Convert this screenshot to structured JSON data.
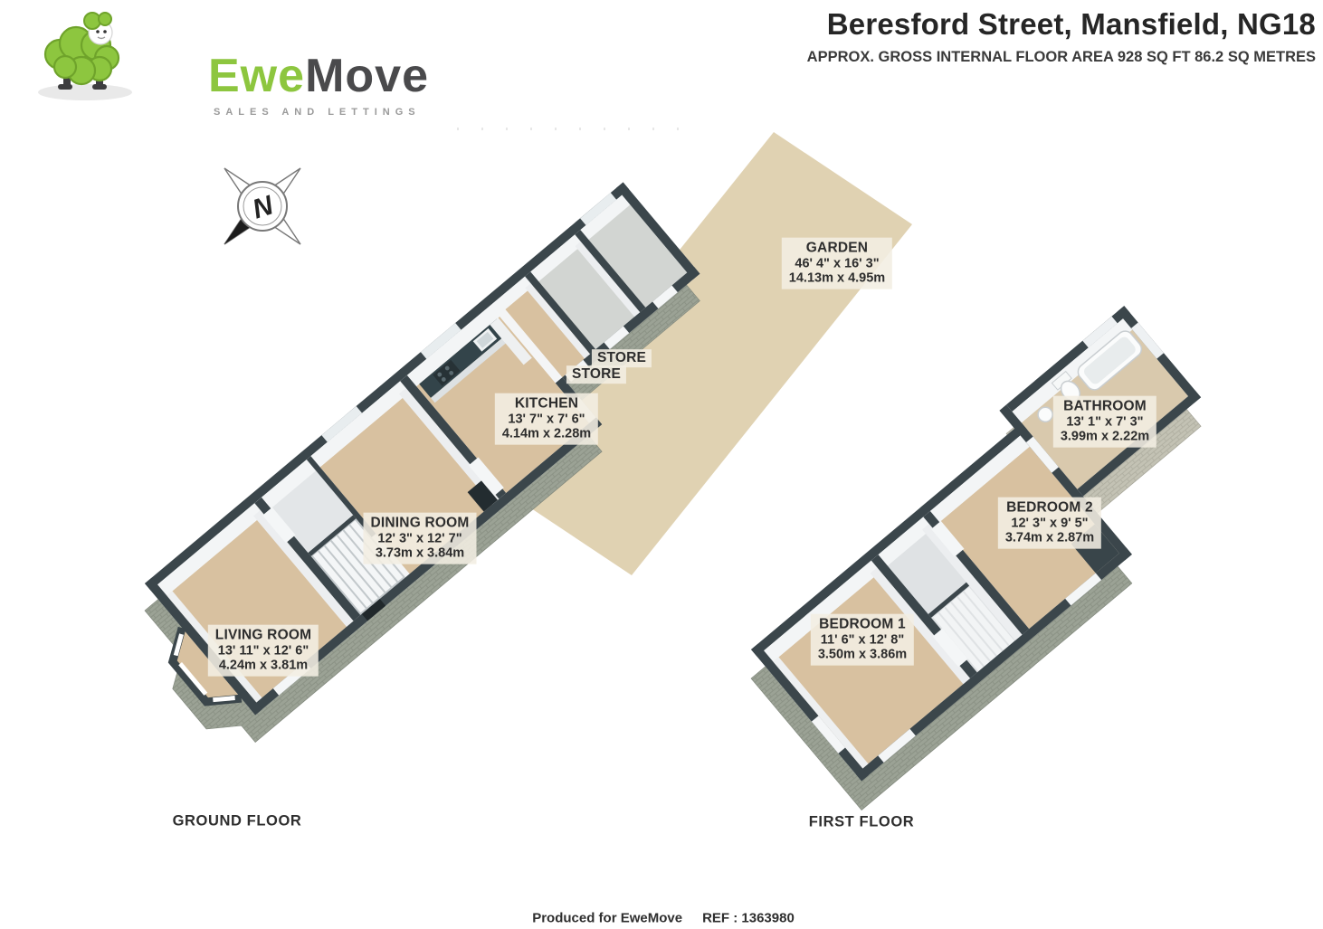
{
  "header": {
    "logo": {
      "brand_primary": "Ewe",
      "brand_secondary": "Move",
      "tagline": "SALES AND LETTINGS"
    },
    "title": "Beresford Street, Mansfield, NG18",
    "subtitle": "APPROX. GROSS INTERNAL FLOOR AREA 928 SQ FT 86.2 SQ METRES"
  },
  "compass": {
    "north_label": "N"
  },
  "garden": {
    "name": "GARDEN",
    "size_imperial": "46' 4\" x 16' 3\"",
    "size_metric": "14.13m x 4.95m"
  },
  "ground_floor": {
    "title": "GROUND FLOOR",
    "rooms": {
      "living": {
        "name": "LIVING ROOM",
        "size_imperial": "13' 11\" x 12' 6\"",
        "size_metric": "4.24m x 3.81m"
      },
      "dining": {
        "name": "DINING ROOM",
        "size_imperial": "12' 3\" x 12' 7\"",
        "size_metric": "3.73m x 3.84m"
      },
      "kitchen": {
        "name": "KITCHEN",
        "size_imperial": "13' 7\" x 7' 6\"",
        "size_metric": "4.14m x 2.28m"
      },
      "store1": {
        "name": "STORE"
      },
      "store2": {
        "name": "STORE"
      }
    }
  },
  "first_floor": {
    "title": "FIRST FLOOR",
    "rooms": {
      "bedroom1": {
        "name": "BEDROOM 1",
        "size_imperial": "11' 6\" x 12' 8\"",
        "size_metric": "3.50m x 3.86m"
      },
      "bedroom2": {
        "name": "BEDROOM 2",
        "size_imperial": "12' 3\" x 9' 5\"",
        "size_metric": "3.74m x 2.87m"
      },
      "bathroom": {
        "name": "BATHROOM",
        "size_imperial": "13' 1\" x 7' 3\"",
        "size_metric": "3.99m x 2.22m"
      }
    }
  },
  "footer": {
    "produced": "Produced for EweMove",
    "reference": "REF : 1363980"
  },
  "colors": {
    "brand_green": "#8dc63f",
    "wall_dark": "#3b464b",
    "floor_beige": "#d8c1a0",
    "garden_beige": "#e0d2b2",
    "brick_gray": "#9ba295",
    "label_background": "#f2ede0"
  }
}
